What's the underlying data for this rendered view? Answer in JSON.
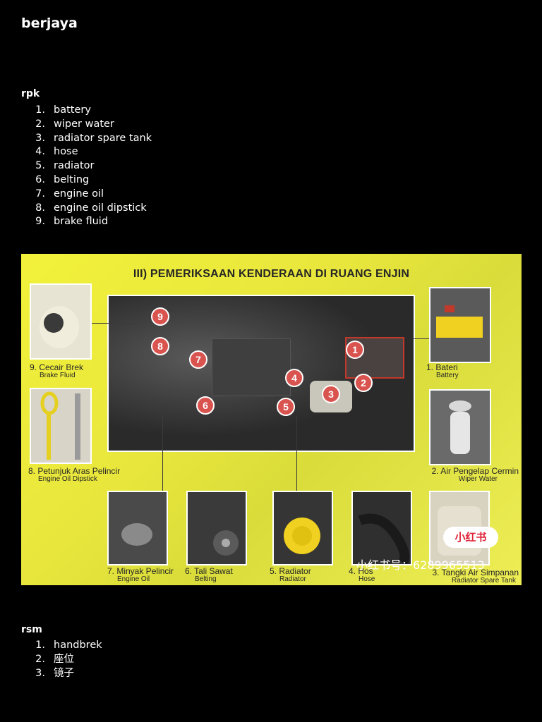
{
  "note": {
    "title": "berjaya"
  },
  "sections": {
    "rpk": {
      "heading": "rpk",
      "items": [
        {
          "num": "1.",
          "text": "battery"
        },
        {
          "num": "2.",
          "text": "wiper water"
        },
        {
          "num": "3.",
          "text": "radiator spare tank"
        },
        {
          "num": "4.",
          "text": "hose"
        },
        {
          "num": "5.",
          "text": "radiator"
        },
        {
          "num": "6.",
          "text": "belting"
        },
        {
          "num": "7.",
          "text": "engine oil"
        },
        {
          "num": "8.",
          "text": "engine oil dipstick"
        },
        {
          "num": "9.",
          "text": "brake fluid"
        }
      ]
    },
    "rsm": {
      "heading": "rsm",
      "items": [
        {
          "num": "1.",
          "text": "handbrek"
        },
        {
          "num": "2.",
          "text": "座位"
        },
        {
          "num": "3.",
          "text": "镜子"
        }
      ]
    }
  },
  "photo": {
    "poster_title": "III) PEMERIKSAAN KENDERAAN DI RUANG ENJIN",
    "markers": [
      "1",
      "2",
      "3",
      "4",
      "5",
      "6",
      "7",
      "8",
      "9"
    ],
    "captions": {
      "brake": {
        "main": "9. Cecair Brek",
        "sub": "Brake Fluid"
      },
      "dipstick": {
        "main": "8. Petunjuk Aras Pelincir",
        "sub": "Engine Oil Dipstick"
      },
      "battery": {
        "main": "1. Bateri",
        "sub": "Battery"
      },
      "wiper": {
        "main": "2. Air Pengelap Cermin",
        "sub": "Wiper Water"
      },
      "oil": {
        "main": "7. Minyak Pelincir",
        "sub": "Engine Oil"
      },
      "belt": {
        "main": "6. Tali Sawat",
        "sub": "Belting"
      },
      "radiator": {
        "main": "5. Radiator",
        "sub": "Radiator"
      },
      "hose": {
        "main": "4. Hos",
        "sub": "Hose"
      },
      "tank": {
        "main": "3. Tangki Air Simpanan",
        "sub": "Radiator Spare Tank"
      }
    },
    "badge": "小红书",
    "watermark": "小红书号：6289965513"
  },
  "colors": {
    "background": "#000000",
    "text": "#ffffff",
    "poster_yellow": "#f2f13a",
    "marker_red": "#d9534f"
  }
}
